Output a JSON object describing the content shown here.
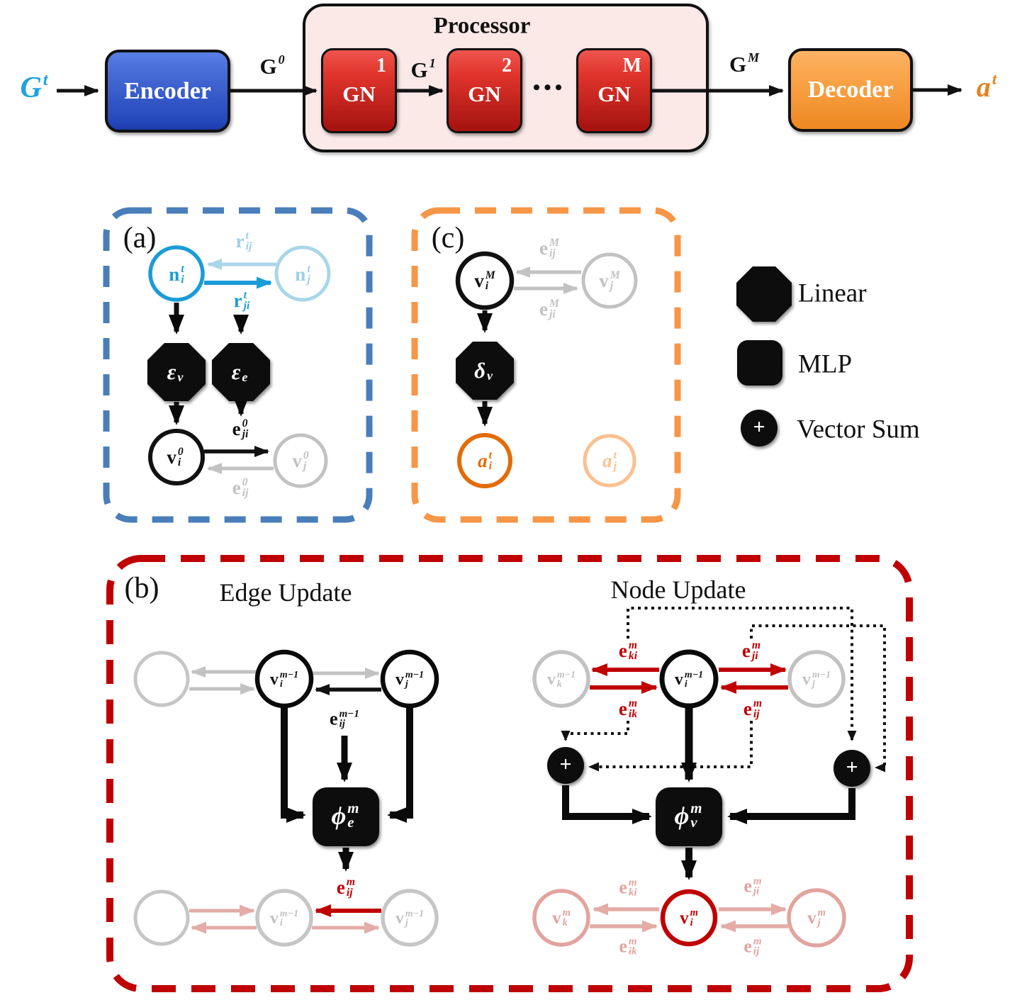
{
  "colors": {
    "accent_cyan": "#1A9CD8",
    "cyan_light": "#9CCFE7",
    "input_cyan": "#1FA3DF",
    "panel_a_border": "#4A7EBB",
    "panel_c_border": "#F79646",
    "panel_b_border": "#C00000",
    "red_dark": "#C00000",
    "pink_faded": "#E4ACA7",
    "gray": "#C2C2C2",
    "orange_node": "#E36C09",
    "orange_faded": "#FAC090",
    "output_orange": "#E8821E",
    "processor_fill": "#FBE9E8",
    "shape_black": "#0a0a0a"
  },
  "pipeline": {
    "input": {
      "base": "G",
      "sup": "t"
    },
    "encoder_label": "Encoder",
    "g0": {
      "base": "G",
      "sup": "0"
    },
    "processor_title": "Processor",
    "gn_blocks": [
      {
        "label": "GN",
        "sup": "1"
      },
      {
        "label": "GN",
        "sup": "2"
      },
      {
        "label": "GN",
        "sup": "M"
      }
    ],
    "dots": "•••",
    "g1": {
      "base": "G",
      "sup": "1"
    },
    "gm": {
      "base": "G",
      "sup": "M"
    },
    "decoder_label": "Decoder",
    "output": {
      "base": "a",
      "sup": "t"
    }
  },
  "panel_a": {
    "tag": "(a)",
    "n_i": {
      "base": "n",
      "sub": "i",
      "sup": "t"
    },
    "n_j": {
      "base": "n",
      "sub": "j",
      "sup": "t"
    },
    "r_ij": {
      "base": "r",
      "sub": "ij",
      "sup": "t"
    },
    "r_ji": {
      "base": "r",
      "sub": "ji",
      "sup": "t"
    },
    "eps_v": {
      "base": "ε",
      "sub": "v"
    },
    "eps_e": {
      "base": "ε",
      "sub": "e"
    },
    "v_i": {
      "base": "v",
      "sub": "i",
      "sup": "0"
    },
    "v_j": {
      "base": "v",
      "sub": "j",
      "sup": "0"
    },
    "e_ji": {
      "base": "e",
      "sub": "ji",
      "sup": "0"
    },
    "e_ij": {
      "base": "e",
      "sub": "ij",
      "sup": "0"
    }
  },
  "panel_c": {
    "tag": "(c)",
    "v_i": {
      "base": "v",
      "sub": "i",
      "sup": "M"
    },
    "v_j": {
      "base": "v",
      "sub": "j",
      "sup": "M"
    },
    "e_ij": {
      "base": "e",
      "sub": "ij",
      "sup": "M"
    },
    "e_ji": {
      "base": "e",
      "sub": "ji",
      "sup": "M"
    },
    "delta_v": {
      "base": "δ",
      "sub": "v"
    },
    "a_i": {
      "base": "a",
      "sub": "i",
      "sup": "t"
    },
    "a_j": {
      "base": "a",
      "sub": "j",
      "sup": "t"
    }
  },
  "legend": {
    "linear_label": "Linear",
    "mlp_label": "MLP",
    "vector_sum_label": "Vector Sum",
    "plus": "+"
  },
  "panel_b": {
    "tag": "(b)",
    "edge_update": {
      "title": "Edge Update",
      "v_i_prev": {
        "base": "v",
        "sub": "i",
        "sup": "m−1"
      },
      "v_j_prev": {
        "base": "v",
        "sub": "j",
        "sup": "m−1"
      },
      "e_ij_prev": {
        "base": "e",
        "sub": "ij",
        "sup": "m−1"
      },
      "phi_e": {
        "base": "ϕ",
        "sub": "e",
        "sup": "m"
      },
      "e_ij_out": {
        "base": "e",
        "sub": "ij",
        "sup": "m"
      },
      "v_i_faded": {
        "base": "v",
        "sub": "i",
        "sup": "m−1"
      },
      "v_j_faded": {
        "base": "v",
        "sub": "j",
        "sup": "m−1"
      }
    },
    "node_update": {
      "title": "Node Update",
      "v_k_prev": {
        "base": "v",
        "sub": "k",
        "sup": "m−1"
      },
      "v_i_prev": {
        "base": "v",
        "sub": "i",
        "sup": "m−1"
      },
      "v_j_prev": {
        "base": "v",
        "sub": "j",
        "sup": "m−1"
      },
      "e_ki": {
        "base": "e",
        "sub": "ki",
        "sup": "m"
      },
      "e_ji": {
        "base": "e",
        "sub": "ji",
        "sup": "m"
      },
      "e_ik": {
        "base": "e",
        "sub": "ik",
        "sup": "m"
      },
      "e_ij": {
        "base": "e",
        "sub": "ij",
        "sup": "m"
      },
      "plus_left": "+",
      "plus_right": "+",
      "phi_v": {
        "base": "ϕ",
        "sub": "v",
        "sup": "m"
      },
      "v_i_out": {
        "base": "v",
        "sub": "i",
        "sup": "m"
      },
      "v_k_next": {
        "base": "v",
        "sub": "k",
        "sup": "m"
      },
      "v_j_next": {
        "base": "v",
        "sub": "j",
        "sup": "m"
      },
      "e_ki_next": {
        "base": "e",
        "sub": "ki",
        "sup": "m"
      },
      "e_ji_next": {
        "base": "e",
        "sub": "ji",
        "sup": "m"
      },
      "e_ik_next": {
        "base": "e",
        "sub": "ik",
        "sup": "m"
      },
      "e_ij_next": {
        "base": "e",
        "sub": "ij",
        "sup": "m"
      }
    }
  }
}
